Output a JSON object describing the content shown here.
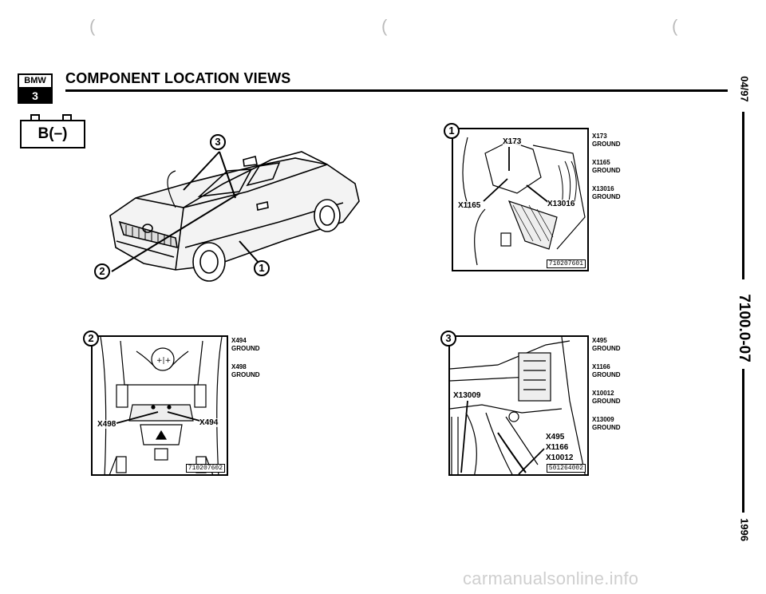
{
  "header": {
    "brand_top": "BMW",
    "brand_bottom": "3",
    "title": "COMPONENT LOCATION VIEWS",
    "battery": "B(–)"
  },
  "callouts": {
    "one": "1",
    "two": "2",
    "three": "3"
  },
  "panel1": {
    "labels": {
      "x173": "X173",
      "x1165": "X1165",
      "x13016": "X13016"
    },
    "part_number": "710207601",
    "legend": [
      {
        "code": "X173",
        "desc": "GROUND"
      },
      {
        "code": "X1165",
        "desc": "GROUND"
      },
      {
        "code": "X13016",
        "desc": "GROUND"
      }
    ]
  },
  "panel2": {
    "labels": {
      "x498": "X498",
      "x494": "X494"
    },
    "part_number": "710207602",
    "legend": [
      {
        "code": "X494",
        "desc": "GROUND"
      },
      {
        "code": "X498",
        "desc": "GROUND"
      }
    ]
  },
  "panel3": {
    "labels": {
      "x13009": "X13009",
      "x495": "X495",
      "x1166": "X1166",
      "x10012": "X10012"
    },
    "part_number": "501264002",
    "legend": [
      {
        "code": "X495",
        "desc": "GROUND"
      },
      {
        "code": "X1166",
        "desc": "GROUND"
      },
      {
        "code": "X10012",
        "desc": "GROUND"
      },
      {
        "code": "X13009",
        "desc": "GROUND"
      }
    ]
  },
  "side": {
    "date": "04/97",
    "code": "7100.0-07",
    "year": "1996"
  },
  "footer": {
    "watermark": "carmanualsonline.info"
  }
}
